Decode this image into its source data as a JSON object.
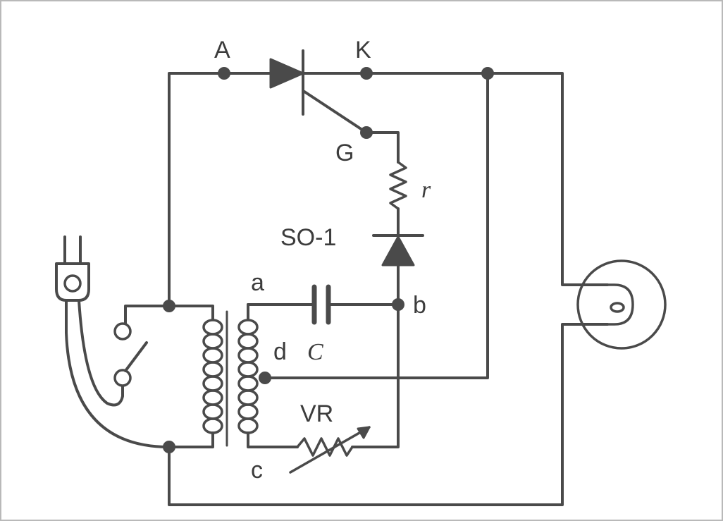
{
  "diagram": {
    "labels": {
      "anode": "A",
      "cathode": "K",
      "gate": "G",
      "gate_resistor": "r",
      "trigger_diode": "SO-1",
      "node_a": "a",
      "node_b": "b",
      "node_c": "c",
      "node_d": "d",
      "capacitor": "C",
      "variable_resistor": "VR"
    },
    "colors": {
      "line": "#4a4a4a",
      "background": "#ffffff",
      "frame": "#b9b9b9"
    },
    "icons": [
      "plug-icon",
      "switch-icon",
      "transformer-icon",
      "scr-icon",
      "resistor-icon",
      "diode-icon",
      "capacitor-icon",
      "variable-resistor-icon",
      "lamp-icon"
    ]
  }
}
